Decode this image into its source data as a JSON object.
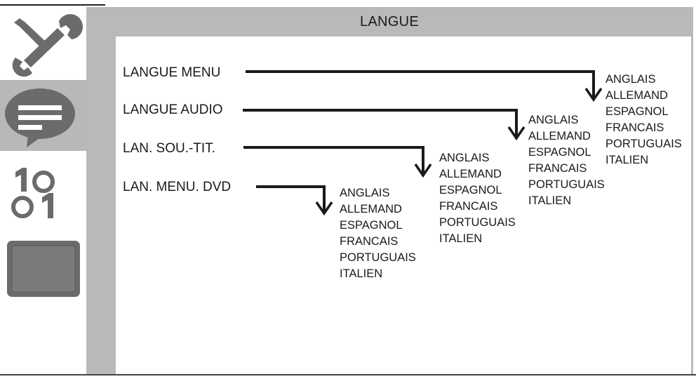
{
  "header": {
    "title": "LANGUE"
  },
  "sidebar": {
    "items": [
      {
        "name": "settings",
        "icon": "wrench-screwdriver-icon",
        "active": false
      },
      {
        "name": "language",
        "icon": "speech-bubble-icon",
        "active": true
      },
      {
        "name": "numbers",
        "icon": "binary-10-01-icon",
        "active": false
      },
      {
        "name": "display",
        "icon": "screen-icon",
        "active": false
      }
    ]
  },
  "main": {
    "rows": [
      {
        "label": "LANGUE MENU",
        "options": [
          "ANGLAIS",
          "ALLEMAND",
          "ESPAGNOL",
          "FRANCAIS",
          "PORTUGUAIS",
          "ITALIEN"
        ]
      },
      {
        "label": "LANGUE AUDIO",
        "options": [
          "ANGLAIS",
          "ALLEMAND",
          "ESPAGNOL",
          "FRANCAIS",
          "PORTUGUAIS",
          "ITALIEN"
        ]
      },
      {
        "label": "LAN. SOU.-TIT.",
        "options": [
          "ANGLAIS",
          "ALLEMAND",
          "ESPAGNOL",
          "FRANCAIS",
          "PORTUGUAIS",
          "ITALIEN"
        ]
      },
      {
        "label": "LAN. MENU. DVD",
        "options": [
          "ANGLAIS",
          "ALLEMAND",
          "ESPAGNOL",
          "FRANCAIS",
          "PORTUGUAIS",
          "ITALIEN"
        ]
      }
    ]
  },
  "colors": {
    "panel_gray": "#b9b9b9",
    "icon_gray": "#6b6b6b",
    "text": "#1a1a1a"
  }
}
